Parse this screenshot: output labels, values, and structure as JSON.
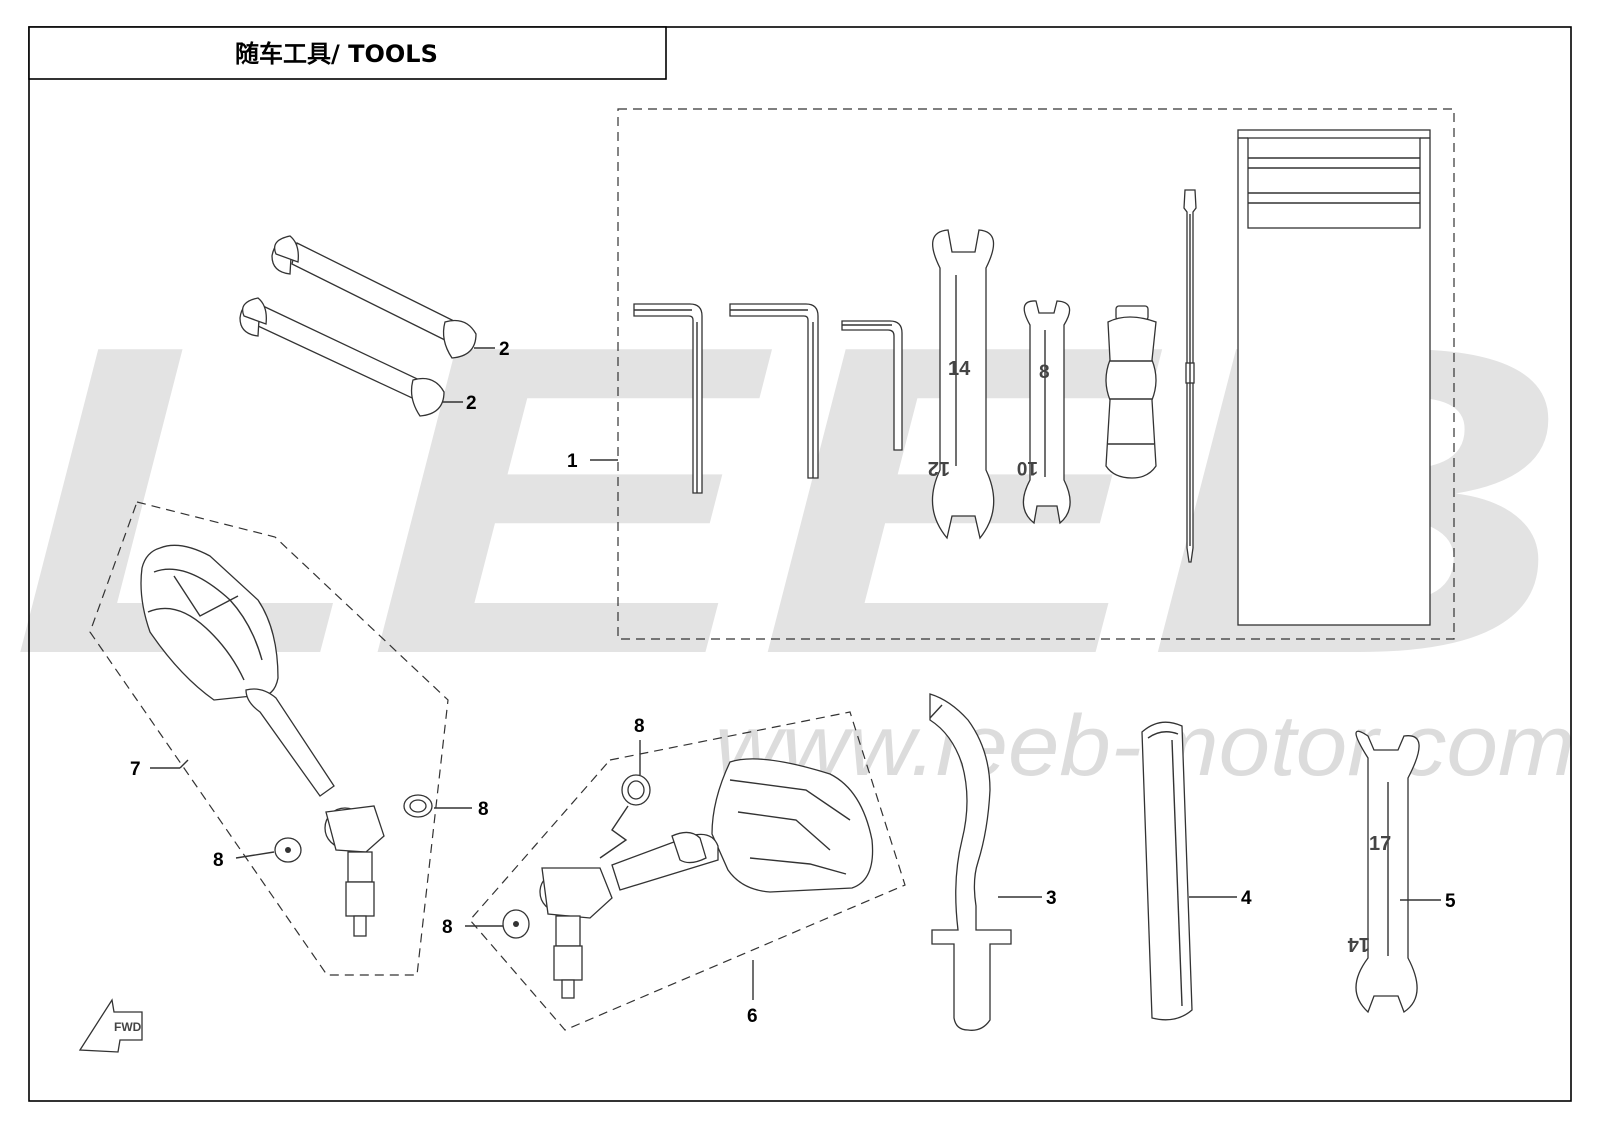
{
  "title": "随车工具/ TOOLS",
  "watermark": {
    "brand": "LEEB",
    "url": "www.leeb-motor.com"
  },
  "callouts": {
    "tool_kit": "1",
    "grip_strap_upper": "2",
    "grip_strap_lower": "2",
    "hook_spanner": "3",
    "tube_sleeve": "4",
    "wrench_17_14": "5",
    "mirror_right": "6",
    "mirror_left": "7",
    "nut_left_outer": "8",
    "nut_left_inner": "8",
    "nut_right_top": "8",
    "nut_right_left": "8"
  },
  "wrench_markings": {
    "wrench_large_top": "14",
    "wrench_large_bottom": "12",
    "wrench_small_top": "8",
    "wrench_small_bottom": "10",
    "wrench5_top": "17",
    "wrench5_bottom": "14"
  },
  "fwd_label": "FWD",
  "colors": {
    "line": "#333333",
    "watermark": "#e3e3e3",
    "frame": "#000000"
  }
}
